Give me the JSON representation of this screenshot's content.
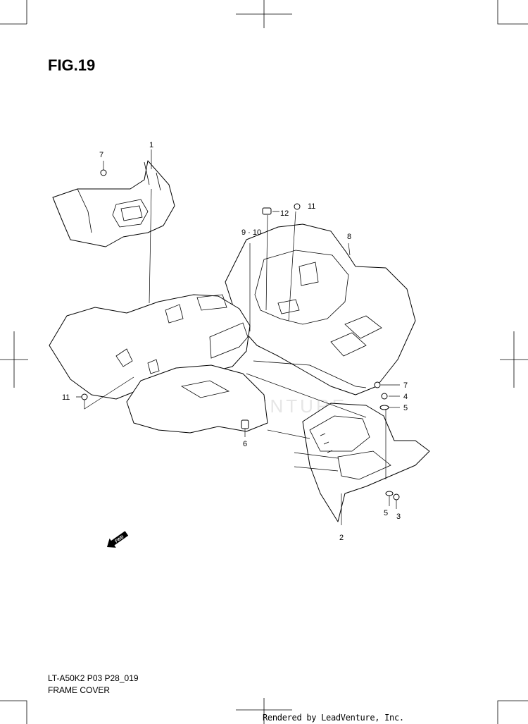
{
  "figure": {
    "title": "FIG.19"
  },
  "footer": {
    "code": "LT-A50K2 P03 P28_019",
    "name": "FRAME COVER",
    "rendered_by": "Rendered by LeadVenture, Inc."
  },
  "watermark": {
    "text": "LEADVENTURE"
  },
  "fwd_badge": {
    "text": "FWD"
  },
  "callouts": {
    "c1": "1",
    "c2": "2",
    "c3": "3",
    "c4": "4",
    "c5a": "5",
    "c5b": "5",
    "c6": "6",
    "c7a": "7",
    "c7b": "7",
    "c8": "8",
    "c9_10": "9 · 10",
    "c11a": "11",
    "c11b": "11",
    "c12": "12"
  }
}
